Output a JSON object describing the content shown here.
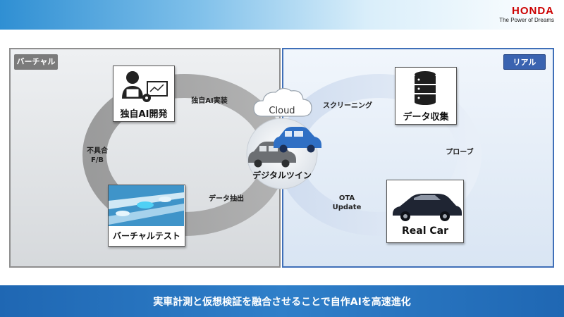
{
  "brand": {
    "logo": "HONDA",
    "tagline": "The Power of Dreams"
  },
  "panels": {
    "virtual_label": "バーチャル",
    "real_label": "リアル"
  },
  "nodes": {
    "ai_dev": "独自AI開発",
    "virtual_test": "バーチャルテスト",
    "data_collect": "データ収集",
    "real_car": "Real Car",
    "cloud": "Cloud",
    "digital_twin": "デジタルツイン"
  },
  "flows": {
    "implement": "独自AI実装",
    "feedback_line1": "不具合",
    "feedback_line2": "F/B",
    "data_extract": "データ抽出",
    "screening": "スクリーニング",
    "probe": "プローブ",
    "ota_line1": "OTA",
    "ota_line2": "Update"
  },
  "footer": {
    "text": "実車計測と仮想検証を融合させることで自作AIを高速進化"
  },
  "colors": {
    "brand_red": "#cc0000",
    "virtual_gray": "#7b7b7b",
    "real_blue": "#3a63b0",
    "footer_blue": "#1f67b3"
  }
}
